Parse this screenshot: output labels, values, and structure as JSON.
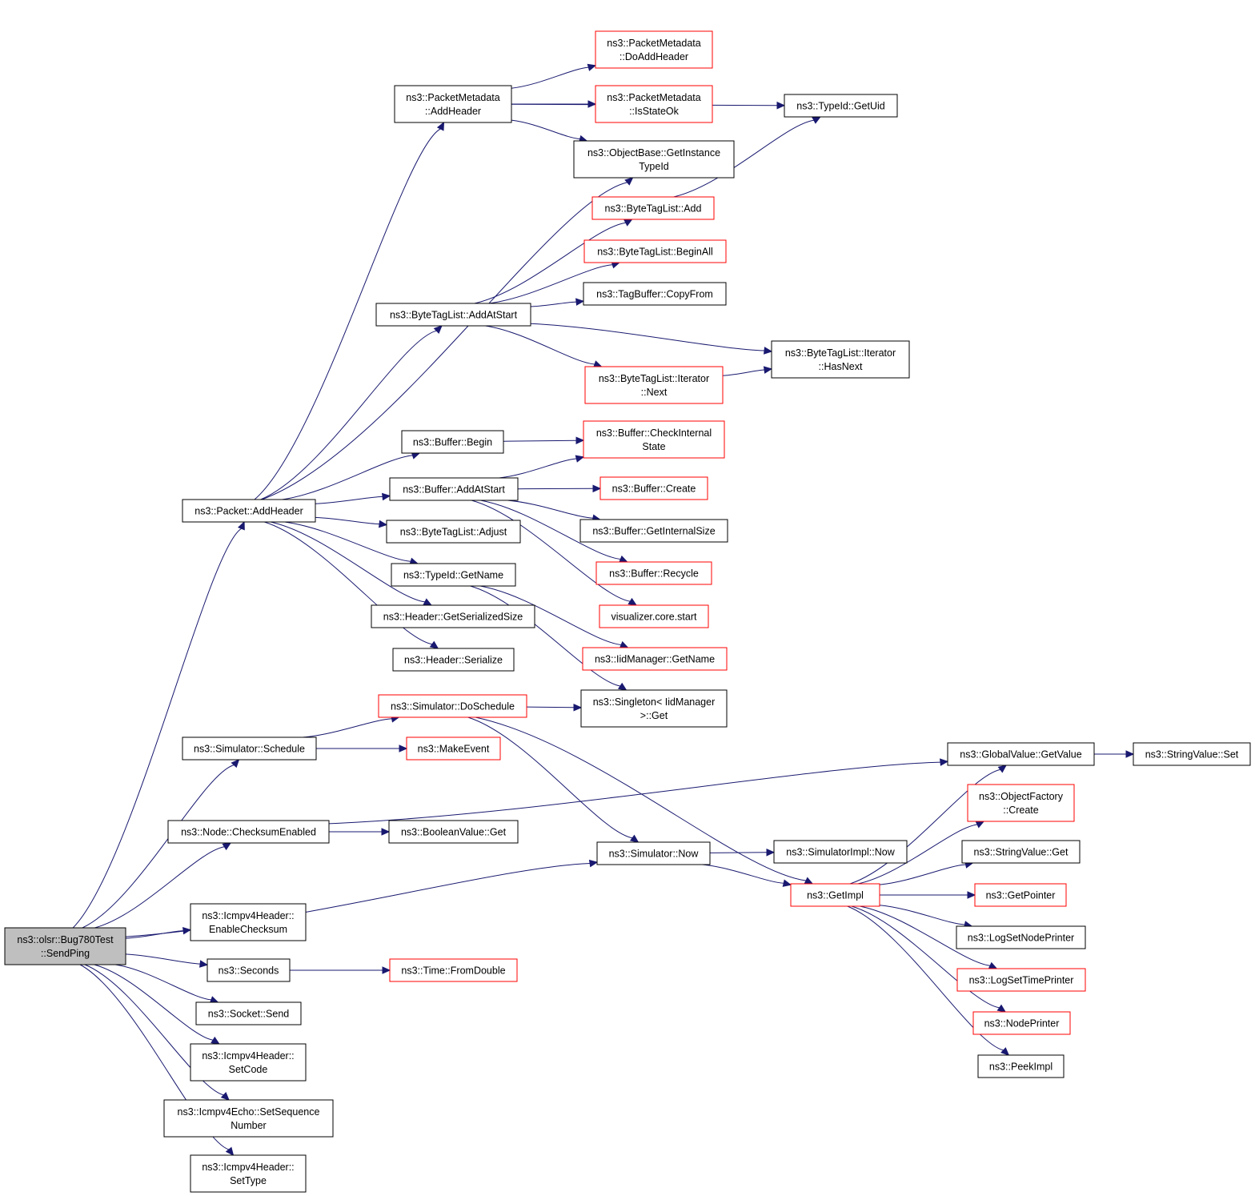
{
  "nodes": [
    {
      "id": "root",
      "lines": [
        "ns3::olsr::Bug780Test",
        "::SendPing"
      ],
      "style": "root"
    },
    {
      "id": "pkt_addheader",
      "lines": [
        "ns3::Packet::AddHeader"
      ],
      "style": "normal"
    },
    {
      "id": "pm_addheader",
      "lines": [
        "ns3::PacketMetadata",
        "::AddHeader"
      ],
      "style": "normal"
    },
    {
      "id": "pm_doaddheader",
      "lines": [
        "ns3::PacketMetadata",
        "::DoAddHeader"
      ],
      "style": "red"
    },
    {
      "id": "pm_isstateok",
      "lines": [
        "ns3::PacketMetadata",
        "::IsStateOk"
      ],
      "style": "red"
    },
    {
      "id": "typeid_getuid",
      "lines": [
        "ns3::TypeId::GetUid"
      ],
      "style": "normal"
    },
    {
      "id": "objbase_getinstance",
      "lines": [
        "ns3::ObjectBase::GetInstance",
        "TypeId"
      ],
      "style": "normal"
    },
    {
      "id": "btl_add",
      "lines": [
        "ns3::ByteTagList::Add"
      ],
      "style": "red"
    },
    {
      "id": "btl_beginall",
      "lines": [
        "ns3::ByteTagList::BeginAll"
      ],
      "style": "red"
    },
    {
      "id": "tagbuffer_copyfrom",
      "lines": [
        "ns3::TagBuffer::CopyFrom"
      ],
      "style": "normal"
    },
    {
      "id": "btl_addatstart",
      "lines": [
        "ns3::ByteTagList::AddAtStart"
      ],
      "style": "normal"
    },
    {
      "id": "btl_it_hasnext",
      "lines": [
        "ns3::ByteTagList::Iterator",
        "::HasNext"
      ],
      "style": "normal"
    },
    {
      "id": "btl_it_next",
      "lines": [
        "ns3::ByteTagList::Iterator",
        "::Next"
      ],
      "style": "red"
    },
    {
      "id": "buf_begin",
      "lines": [
        "ns3::Buffer::Begin"
      ],
      "style": "normal"
    },
    {
      "id": "buf_checkinternal",
      "lines": [
        "ns3::Buffer::CheckInternal",
        "State"
      ],
      "style": "red"
    },
    {
      "id": "buf_addatstart",
      "lines": [
        "ns3::Buffer::AddAtStart"
      ],
      "style": "normal"
    },
    {
      "id": "buf_create",
      "lines": [
        "ns3::Buffer::Create"
      ],
      "style": "red"
    },
    {
      "id": "btl_adjust",
      "lines": [
        "ns3::ByteTagList::Adjust"
      ],
      "style": "normal"
    },
    {
      "id": "buf_getinternalsize",
      "lines": [
        "ns3::Buffer::GetInternalSize"
      ],
      "style": "normal"
    },
    {
      "id": "typeid_getname",
      "lines": [
        "ns3::TypeId::GetName"
      ],
      "style": "normal"
    },
    {
      "id": "buf_recycle",
      "lines": [
        "ns3::Buffer::Recycle"
      ],
      "style": "red"
    },
    {
      "id": "hdr_getsersize",
      "lines": [
        "ns3::Header::GetSerializedSize"
      ],
      "style": "normal"
    },
    {
      "id": "vis_start",
      "lines": [
        "visualizer.core.start"
      ],
      "style": "red"
    },
    {
      "id": "hdr_serialize",
      "lines": [
        "ns3::Header::Serialize"
      ],
      "style": "normal"
    },
    {
      "id": "iidmgr_getname",
      "lines": [
        "ns3::IidManager::GetName"
      ],
      "style": "red"
    },
    {
      "id": "sim_doschedule",
      "lines": [
        "ns3::Simulator::DoSchedule"
      ],
      "style": "red"
    },
    {
      "id": "singleton_get",
      "lines": [
        "ns3::Singleton< IidManager",
        ">::Get"
      ],
      "style": "normal"
    },
    {
      "id": "sim_schedule",
      "lines": [
        "ns3::Simulator::Schedule"
      ],
      "style": "normal"
    },
    {
      "id": "makeevent",
      "lines": [
        "ns3::MakeEvent"
      ],
      "style": "red"
    },
    {
      "id": "gv_getvalue",
      "lines": [
        "ns3::GlobalValue::GetValue"
      ],
      "style": "normal"
    },
    {
      "id": "sv_set",
      "lines": [
        "ns3::StringValue::Set"
      ],
      "style": "normal"
    },
    {
      "id": "of_create",
      "lines": [
        "ns3::ObjectFactory",
        "::Create"
      ],
      "style": "red"
    },
    {
      "id": "node_checksum",
      "lines": [
        "ns3::Node::ChecksumEnabled"
      ],
      "style": "normal"
    },
    {
      "id": "bv_get",
      "lines": [
        "ns3::BooleanValue::Get"
      ],
      "style": "normal"
    },
    {
      "id": "sim_now",
      "lines": [
        "ns3::Simulator::Now"
      ],
      "style": "normal"
    },
    {
      "id": "simimpl_now",
      "lines": [
        "ns3::SimulatorImpl::Now"
      ],
      "style": "normal"
    },
    {
      "id": "sv_get",
      "lines": [
        "ns3::StringValue::Get"
      ],
      "style": "normal"
    },
    {
      "id": "getimpl",
      "lines": [
        "ns3::GetImpl"
      ],
      "style": "red"
    },
    {
      "id": "getpointer",
      "lines": [
        "ns3::GetPointer"
      ],
      "style": "red"
    },
    {
      "id": "icmp_enablechecksum",
      "lines": [
        "ns3::Icmpv4Header::",
        "EnableChecksum"
      ],
      "style": "normal"
    },
    {
      "id": "logsetnodeprinter",
      "lines": [
        "ns3::LogSetNodePrinter"
      ],
      "style": "normal"
    },
    {
      "id": "seconds",
      "lines": [
        "ns3::Seconds"
      ],
      "style": "normal"
    },
    {
      "id": "time_fromdouble",
      "lines": [
        "ns3::Time::FromDouble"
      ],
      "style": "red"
    },
    {
      "id": "logsettimeprinter",
      "lines": [
        "ns3::LogSetTimePrinter"
      ],
      "style": "red"
    },
    {
      "id": "socket_send",
      "lines": [
        "ns3::Socket::Send"
      ],
      "style": "normal"
    },
    {
      "id": "nodeprinter",
      "lines": [
        "ns3::NodePrinter"
      ],
      "style": "red"
    },
    {
      "id": "icmp_setcode",
      "lines": [
        "ns3::Icmpv4Header::",
        "SetCode"
      ],
      "style": "normal"
    },
    {
      "id": "peekimpl",
      "lines": [
        "ns3::PeekImpl"
      ],
      "style": "normal"
    },
    {
      "id": "echo_setseq",
      "lines": [
        "ns3::Icmpv4Echo::SetSequence",
        "Number"
      ],
      "style": "normal"
    },
    {
      "id": "icmp_settype",
      "lines": [
        "ns3::Icmpv4Header::",
        "SetType"
      ],
      "style": "normal"
    }
  ],
  "edges": [
    [
      "root",
      "pkt_addheader"
    ],
    [
      "root",
      "sim_schedule"
    ],
    [
      "root",
      "node_checksum"
    ],
    [
      "root",
      "sim_now"
    ],
    [
      "root",
      "icmp_enablechecksum"
    ],
    [
      "root",
      "seconds"
    ],
    [
      "root",
      "socket_send"
    ],
    [
      "root",
      "icmp_setcode"
    ],
    [
      "root",
      "echo_setseq"
    ],
    [
      "root",
      "icmp_settype"
    ],
    [
      "pkt_addheader",
      "pm_addheader"
    ],
    [
      "pkt_addheader",
      "objbase_getinstance"
    ],
    [
      "pkt_addheader",
      "btl_addatstart"
    ],
    [
      "pkt_addheader",
      "buf_begin"
    ],
    [
      "pkt_addheader",
      "buf_addatstart"
    ],
    [
      "pkt_addheader",
      "btl_adjust"
    ],
    [
      "pkt_addheader",
      "typeid_getname"
    ],
    [
      "pkt_addheader",
      "hdr_getsersize"
    ],
    [
      "pkt_addheader",
      "hdr_serialize"
    ],
    [
      "pm_addheader",
      "typeid_getuid"
    ],
    [
      "pm_addheader",
      "pm_doaddheader"
    ],
    [
      "pm_addheader",
      "pm_isstateok"
    ],
    [
      "pm_addheader",
      "objbase_getinstance"
    ],
    [
      "btl_add",
      "typeid_getuid"
    ],
    [
      "btl_addatstart",
      "btl_add"
    ],
    [
      "btl_addatstart",
      "btl_beginall"
    ],
    [
      "btl_addatstart",
      "tagbuffer_copyfrom"
    ],
    [
      "btl_addatstart",
      "btl_it_hasnext"
    ],
    [
      "btl_addatstart",
      "btl_it_next"
    ],
    [
      "btl_it_next",
      "btl_it_hasnext"
    ],
    [
      "buf_begin",
      "buf_checkinternal"
    ],
    [
      "buf_addatstart",
      "buf_checkinternal"
    ],
    [
      "buf_addatstart",
      "buf_create"
    ],
    [
      "buf_addatstart",
      "buf_getinternalsize"
    ],
    [
      "buf_addatstart",
      "buf_recycle"
    ],
    [
      "buf_addatstart",
      "vis_start"
    ],
    [
      "typeid_getname",
      "iidmgr_getname"
    ],
    [
      "typeid_getname",
      "singleton_get"
    ],
    [
      "sim_schedule",
      "sim_doschedule"
    ],
    [
      "sim_schedule",
      "makeevent"
    ],
    [
      "sim_doschedule",
      "singleton_get"
    ],
    [
      "sim_doschedule",
      "sim_now"
    ],
    [
      "sim_doschedule",
      "getimpl"
    ],
    [
      "node_checksum",
      "gv_getvalue"
    ],
    [
      "node_checksum",
      "bv_get"
    ],
    [
      "gv_getvalue",
      "sv_set"
    ],
    [
      "sim_now",
      "simimpl_now"
    ],
    [
      "sim_now",
      "getimpl"
    ],
    [
      "getimpl",
      "gv_getvalue"
    ],
    [
      "getimpl",
      "of_create"
    ],
    [
      "getimpl",
      "sv_get"
    ],
    [
      "getimpl",
      "getpointer"
    ],
    [
      "getimpl",
      "logsetnodeprinter"
    ],
    [
      "getimpl",
      "logsettimeprinter"
    ],
    [
      "getimpl",
      "nodeprinter"
    ],
    [
      "getimpl",
      "peekimpl"
    ],
    [
      "seconds",
      "time_fromdouble"
    ]
  ],
  "colors": {
    "edge": "#191970",
    "normal_border": "#000000",
    "red_border": "#ff0000",
    "root_fill": "#bfbfbf"
  }
}
